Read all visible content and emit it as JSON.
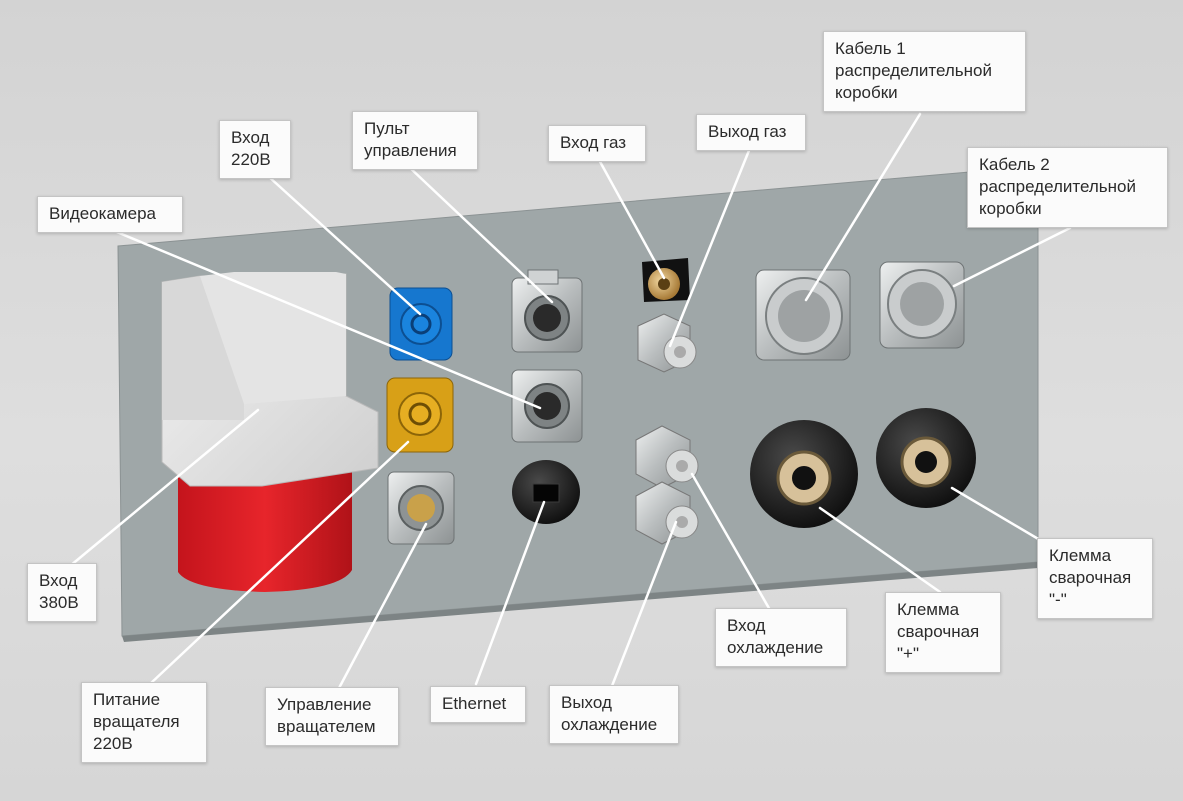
{
  "panel_color": "#9fa7a8",
  "leader_color": "#ffffff",
  "labels": {
    "vhod_220": "Вход\n220В",
    "pult": "Пульт\nуправления",
    "vhod_gaz": "Вход газ",
    "vyhod_gaz": "Выход газ",
    "kabel1": "Кабель 1\nраспределительной\nкоробки",
    "kabel2": "Кабель 2\nраспределительной\nкоробки",
    "videokamera": "Видеокамера",
    "vhod_380": "Вход\n380В",
    "pitanie": "Питание\nвращателя\n220В",
    "upravlenie": "Управление\nвращателем",
    "ethernet": "Ethernet",
    "vyhod_ohl": "Выход\nохлаждение",
    "vhod_ohl": "Вход\nохлаждение",
    "klemma_plus": "Клемма\nсварочная\n\"+\"",
    "klemma_minus": "Клемма\nсварочная\n\"-\""
  }
}
